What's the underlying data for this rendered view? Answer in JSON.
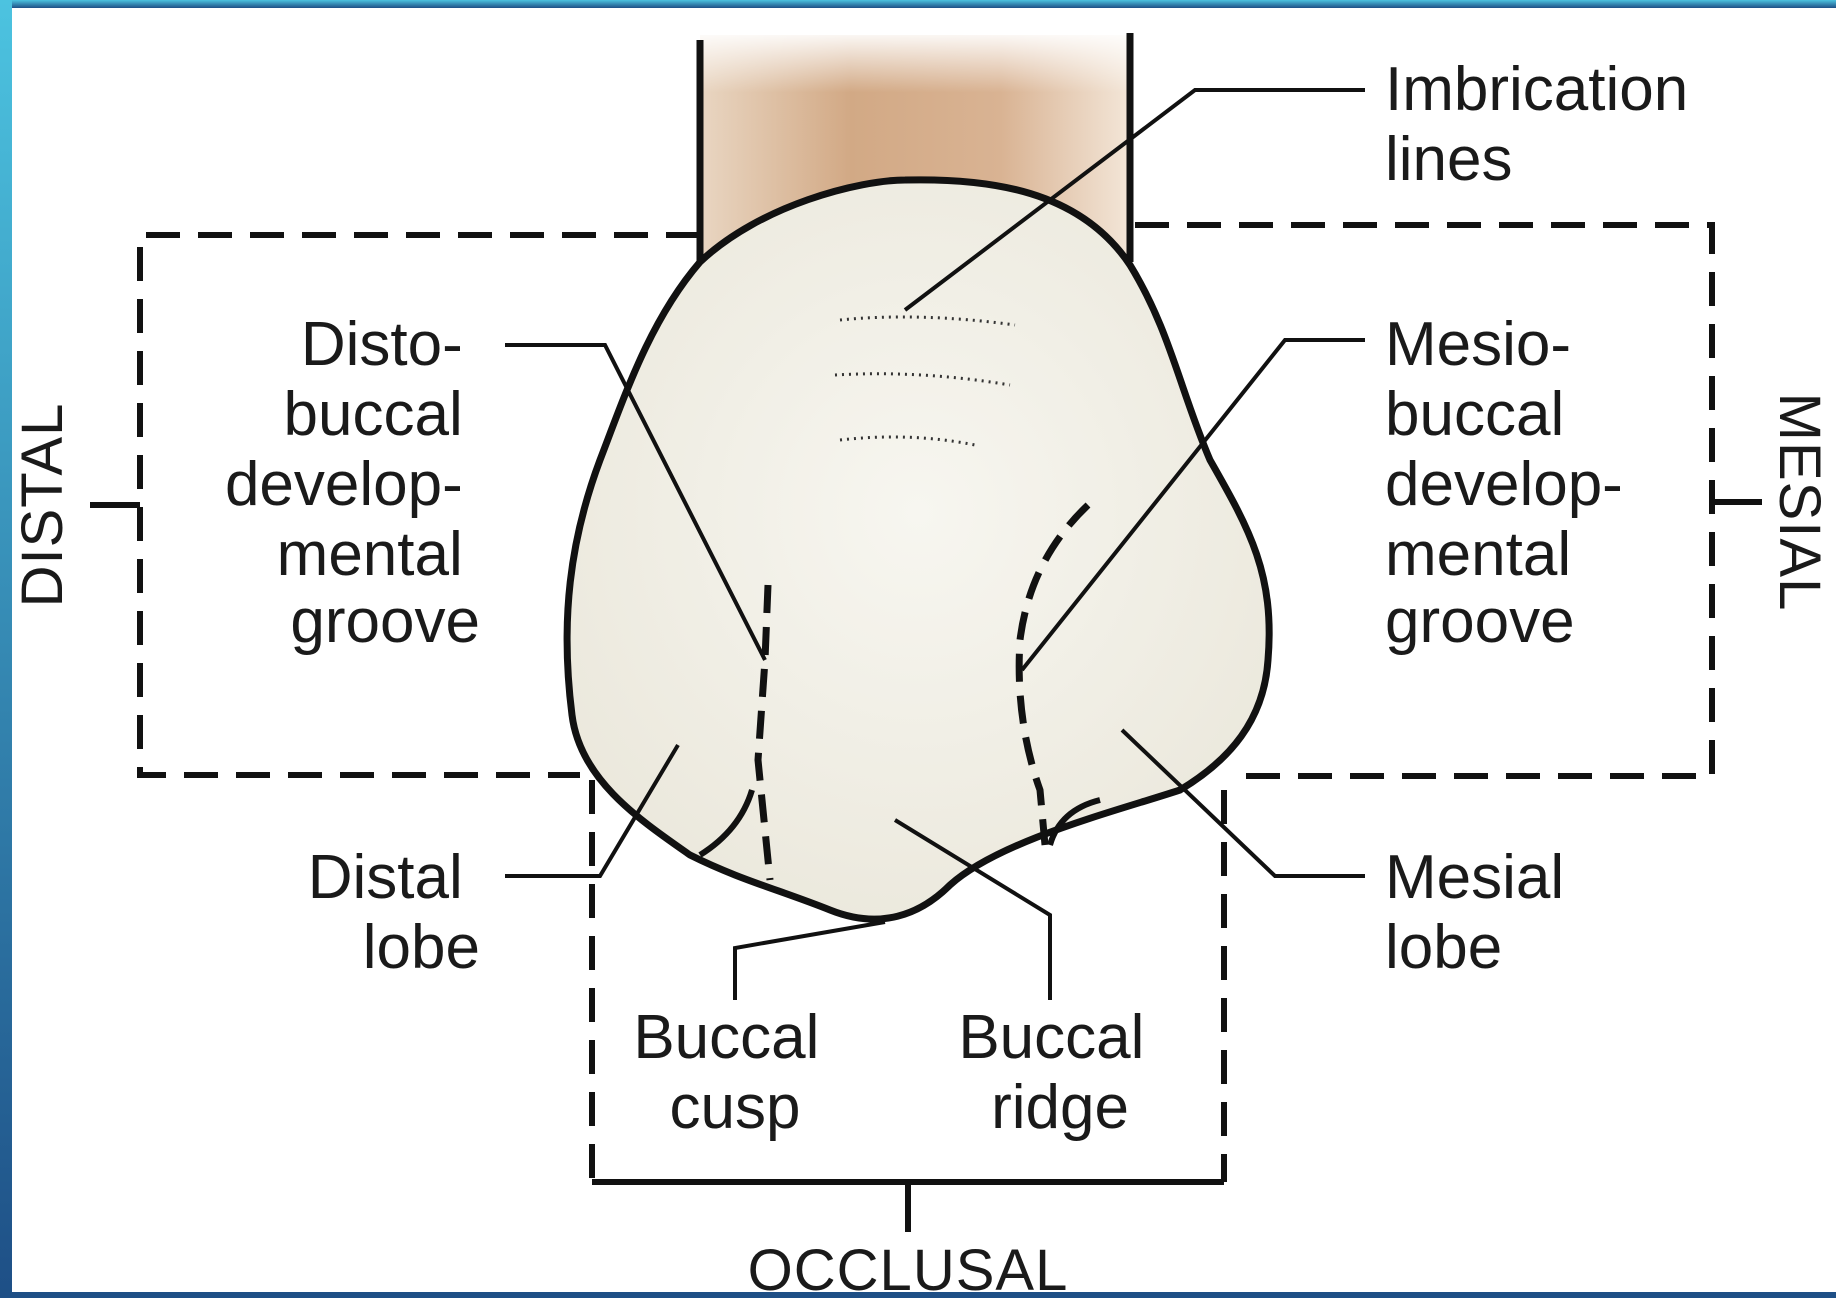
{
  "diagram": {
    "labels": {
      "imbrication": [
        "Imbrication",
        "lines"
      ],
      "distobuccal_groove": [
        "Disto-",
        "buccal",
        "develop-",
        "mental",
        "groove"
      ],
      "mesiobuccal_groove": [
        "Mesio-",
        "buccal",
        "develop-",
        "mental",
        "groove"
      ],
      "distal_lobe": [
        "Distal",
        "lobe"
      ],
      "mesial_lobe": [
        "Mesial",
        "lobe"
      ],
      "buccal_cusp": [
        "Buccal",
        "cusp"
      ],
      "buccal_ridge": [
        "Buccal",
        "ridge"
      ]
    },
    "directions": {
      "distal": "DISTAL",
      "mesial": "MESIAL",
      "occlusal": "OCCLUSAL"
    }
  },
  "colors": {
    "frame_top": "#4cc3e0",
    "frame_bottom": "#1e4f86",
    "crown_fill": "#f2f0e6",
    "root_fill": "#d7b394",
    "line": "#111111"
  }
}
